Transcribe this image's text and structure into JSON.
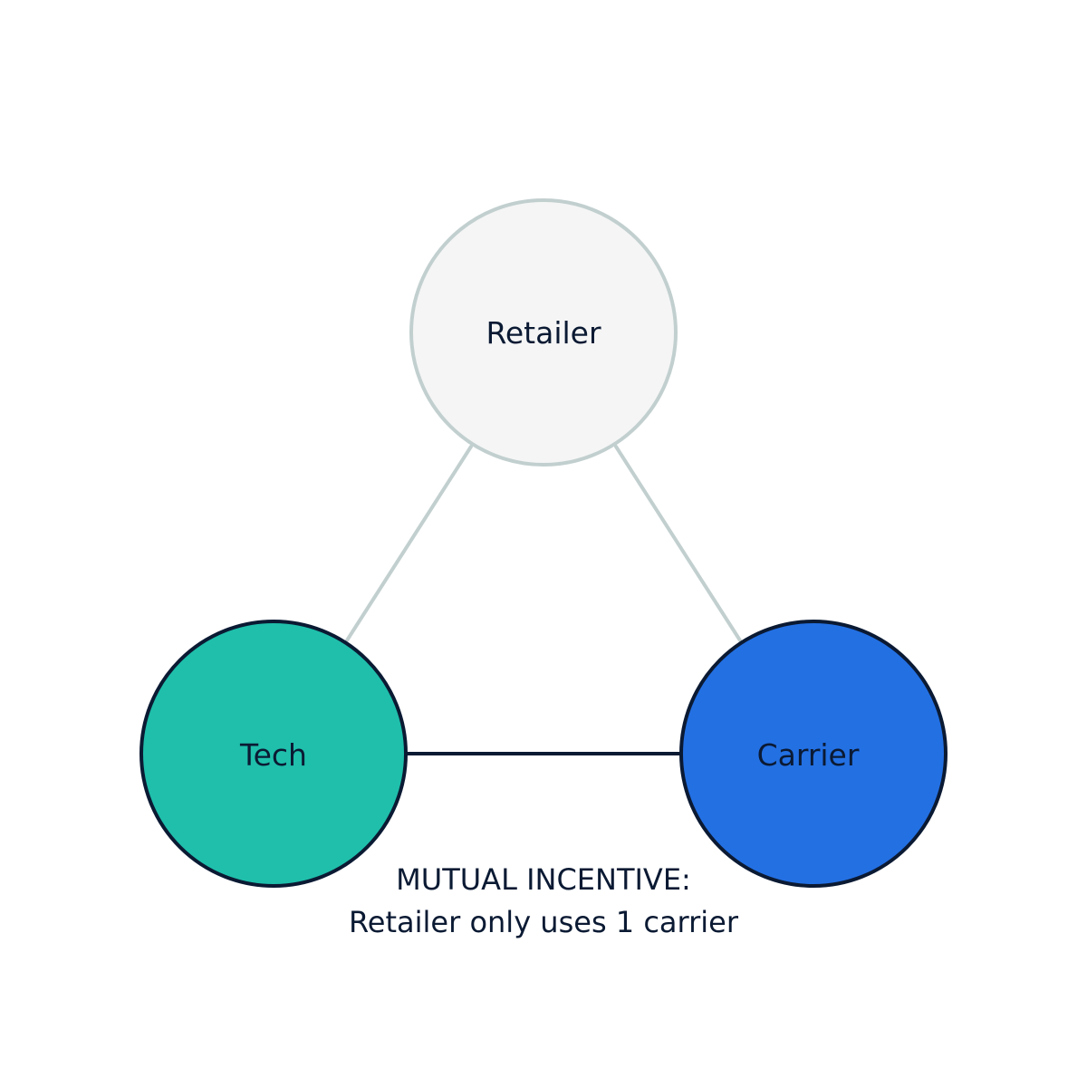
{
  "nodes": {
    "retailer": {
      "label": "Retailer",
      "fill": "#f5f5f5",
      "stroke": "#c2cfcf",
      "text_color": "#0b1a33"
    },
    "tech": {
      "label": "Tech",
      "fill": "#1fbfab",
      "stroke": "#0b1a33",
      "text_color": "#0b1a33"
    },
    "carrier": {
      "label": "Carrier",
      "fill": "#2370e3",
      "stroke": "#0b1a33",
      "text_color": "#0b1a33"
    }
  },
  "edges": {
    "retailer_tech": {
      "color": "#c2cfcf"
    },
    "retailer_carrier": {
      "color": "#c2cfcf"
    },
    "tech_carrier": {
      "color": "#0b1a33"
    }
  },
  "caption": {
    "line1": "MUTUAL INCENTIVE:",
    "line2": "Retailer only uses 1 carrier",
    "color": "#0b1a33"
  }
}
